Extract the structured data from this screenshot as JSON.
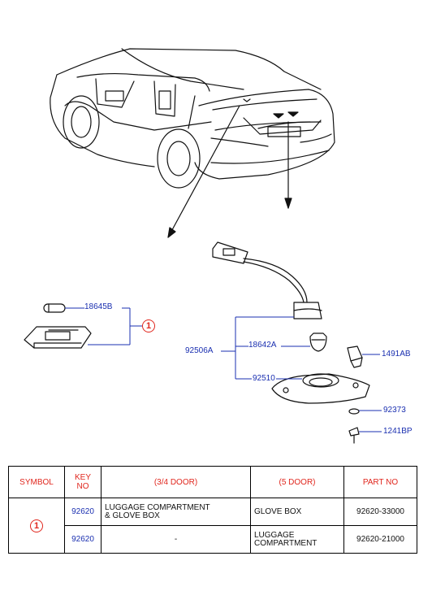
{
  "callouts": {
    "bulb_small": "18645B",
    "assembly": "92506A",
    "bulb_large": "18642A",
    "socket_lens": "92510",
    "clip": "1491AB",
    "washer": "92373",
    "screw": "1241BP"
  },
  "symbol": "1",
  "table": {
    "headers": {
      "symbol": "SYMBOL",
      "key_no": "KEY\nNO",
      "door3_4": "(3/4 DOOR)",
      "door5": "(5 DOOR)",
      "part_no": "PART NO"
    },
    "rows": [
      {
        "key_no": "92620",
        "door3_4": "LUGGAGE COMPARTMENT\n& GLOVE BOX",
        "door5": "GLOVE BOX",
        "part_no": "92620-33000"
      },
      {
        "key_no": "92620",
        "door3_4": "-",
        "door5": "LUGGAGE\nCOMPARTMENT",
        "part_no": "92620-21000"
      }
    ]
  },
  "colors": {
    "callout_blue": "#1a2fb0",
    "accent_red": "#e0261d",
    "line_art": "#111111"
  }
}
